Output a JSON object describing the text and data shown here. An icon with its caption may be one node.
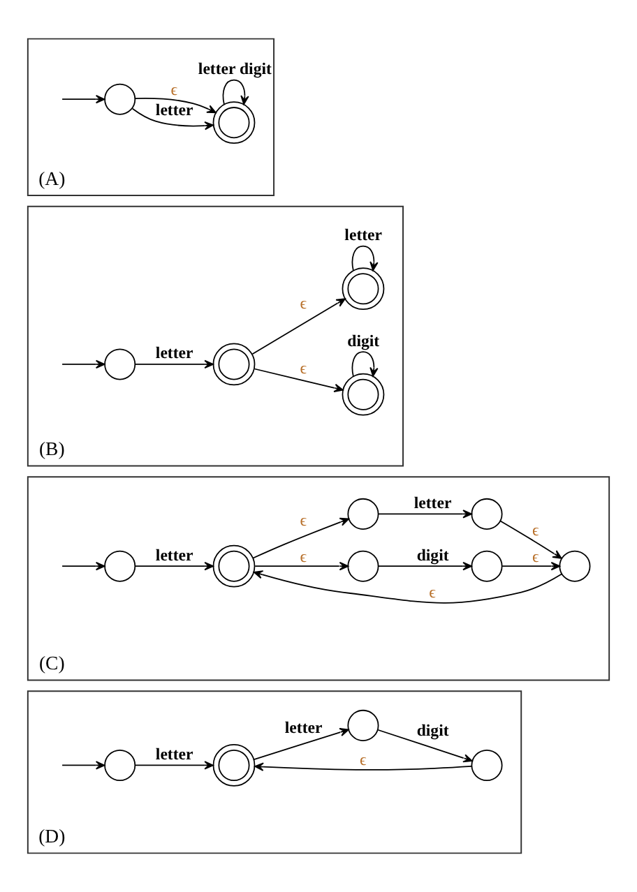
{
  "diagram": {
    "nodes": [
      {
        "text": [
          "(A)"
        ]
      },
      {
        "text": [],
        "shape": "circle",
        "in": 0
      },
      {
        "text": [],
        "shape": "doublecircle",
        "in": 0
      },
      {
        "text": [
          "(B)"
        ]
      },
      {
        "text": [],
        "shape": "circle",
        "in": 3
      },
      {
        "text": [],
        "shape": "doublecircle",
        "in": 3
      },
      {
        "text": [],
        "shape": "doublecircle",
        "in": 3
      },
      {
        "text": [],
        "shape": "doublecircle",
        "in": 3
      },
      {
        "text": [
          "(C)"
        ]
      },
      {
        "text": [],
        "shape": "circle",
        "in": 8
      },
      {
        "text": [],
        "shape": "doublecircle",
        "in": 8
      },
      {
        "text": [],
        "shape": "circle",
        "in": 8
      },
      {
        "text": [],
        "shape": "circle",
        "in": 8
      },
      {
        "text": [],
        "shape": "circle",
        "in": 8
      },
      {
        "text": [],
        "shape": "circle",
        "in": 8
      },
      {
        "text": [],
        "shape": "circle",
        "in": 8
      },
      {
        "text": [
          "(D)"
        ]
      },
      {
        "text": [],
        "shape": "circle",
        "in": 16
      },
      {
        "text": [],
        "shape": "doublecircle",
        "in": 16
      },
      {
        "text": [],
        "shape": "circle",
        "in": 16
      },
      {
        "text": [],
        "shape": "circle",
        "in": 16
      }
    ],
    "edges": [
      {
        "from": null,
        "to": 1,
        "arrow": "to"
      },
      {
        "from": 1,
        "to": 2,
        "arrow": "to",
        "label": "letter"
      },
      {
        "from": 1,
        "to": 2,
        "arrow": "to",
        "label": "ϵ"
      },
      {
        "from": 2,
        "to": 2,
        "arrow": "to",
        "label": "letter digit"
      },
      {
        "from": null,
        "to": 4,
        "arrow": "to"
      },
      {
        "from": 4,
        "to": 5,
        "arrow": "to",
        "label": "letter"
      },
      {
        "from": 5,
        "to": 6,
        "arrow": "to",
        "label": "ϵ"
      },
      {
        "from": 5,
        "to": 7,
        "arrow": "to",
        "label": "ϵ"
      },
      {
        "from": 6,
        "to": 6,
        "arrow": "to",
        "label": "letter"
      },
      {
        "from": 7,
        "to": 7,
        "arrow": "to",
        "label": "digit"
      },
      {
        "from": null,
        "to": 9,
        "arrow": "to"
      },
      {
        "from": 9,
        "to": 10,
        "arrow": "to",
        "label": "letter"
      },
      {
        "from": 10,
        "to": 11,
        "arrow": "to",
        "label": "ϵ"
      },
      {
        "from": 10,
        "to": 12,
        "arrow": "to",
        "label": "ϵ"
      },
      {
        "from": 11,
        "to": 13,
        "arrow": "to",
        "label": "letter"
      },
      {
        "from": 12,
        "to": 14,
        "arrow": "to",
        "label": "digit"
      },
      {
        "from": 13,
        "to": 15,
        "arrow": "to",
        "label": "ϵ"
      },
      {
        "from": 14,
        "to": 15,
        "arrow": "to",
        "label": "ϵ"
      },
      {
        "from": 15,
        "to": 10,
        "arrow": "to",
        "label": "ϵ"
      },
      {
        "from": null,
        "to": 17,
        "arrow": "to"
      },
      {
        "from": 17,
        "to": 18,
        "arrow": "to",
        "label": "letter"
      },
      {
        "from": 18,
        "to": 19,
        "arrow": "to",
        "label": "letter"
      },
      {
        "from": 19,
        "to": 20,
        "arrow": "to",
        "label": "digit"
      },
      {
        "from": 20,
        "to": 18,
        "arrow": "to",
        "label": "ϵ"
      }
    ]
  }
}
